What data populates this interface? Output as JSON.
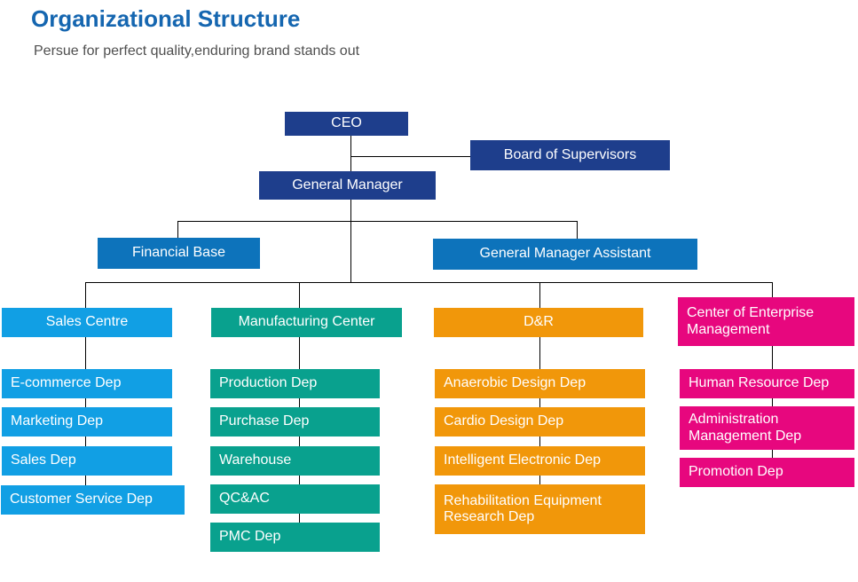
{
  "page": {
    "title": "Organizational Structure",
    "subtitle": "Persue for perfect quality,enduring brand stands out"
  },
  "org": {
    "ceo": "CEO",
    "board": "Board of Supervisors",
    "general_manager": "General Manager",
    "financial_base": "Financial Base",
    "gm_assistant": "General Manager Assistant",
    "columns": [
      {
        "header": "Sales Centre",
        "children": [
          "E-commerce Dep",
          "Marketing Dep",
          "Sales Dep",
          "Customer Service Dep"
        ]
      },
      {
        "header": "Manufacturing Center",
        "children": [
          "Production Dep",
          "Purchase Dep",
          "Warehouse",
          "QC&AC",
          "PMC Dep"
        ]
      },
      {
        "header": "D&R",
        "children": [
          "Anaerobic Design Dep",
          "Cardio Design Dep",
          "Intelligent Electronic Dep",
          "Rehabilitation Equipment Research Dep"
        ]
      },
      {
        "header": "Center of Enterprise Management",
        "children": [
          "Human Resource Dep",
          "Administration Management Dep",
          "Promotion Dep"
        ]
      }
    ]
  },
  "colors": {
    "title_blue": "#1566b0",
    "subtitle_gray": "#4f4f4f",
    "navy": "#1e3e8c",
    "mid_blue": "#0d73bb",
    "light_blue": "#119fe4",
    "teal": "#09a18e",
    "orange": "#f1970a",
    "magenta": "#e7077e",
    "connector_line": "#000000"
  }
}
